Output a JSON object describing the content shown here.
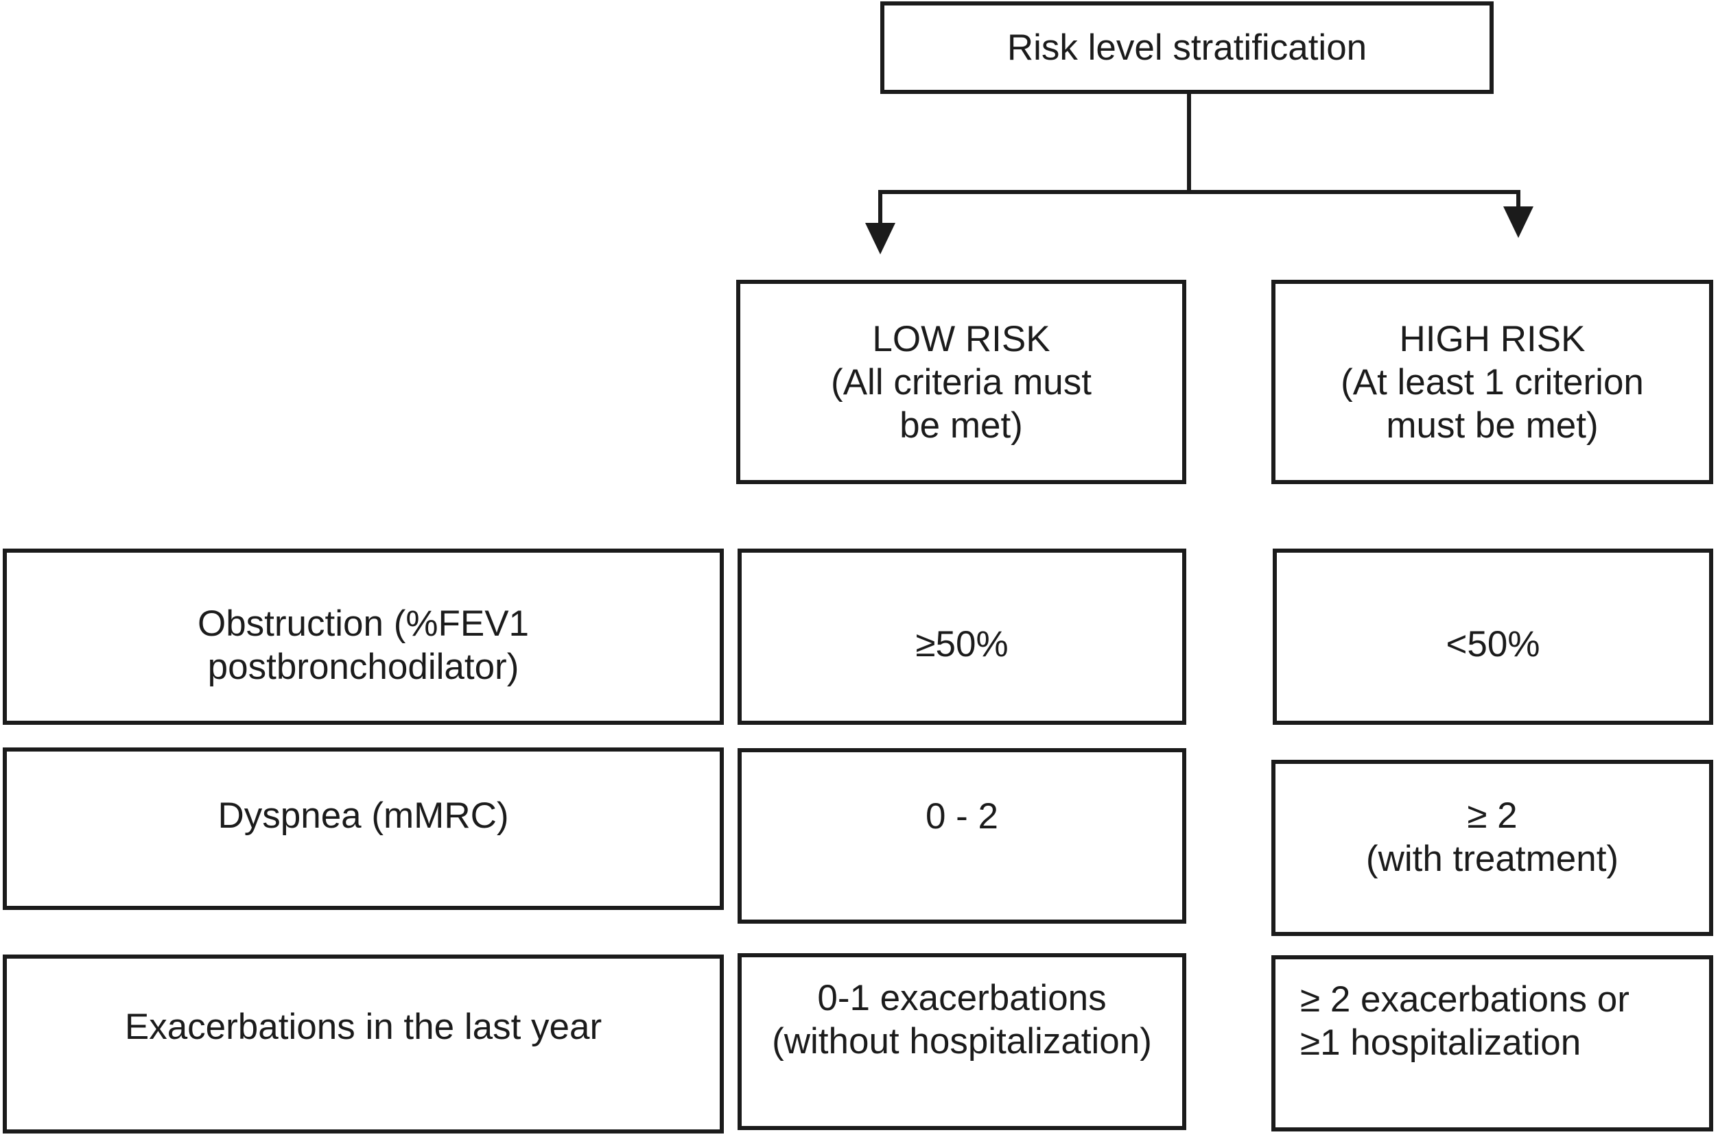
{
  "figure": {
    "background": "#ffffff",
    "ink": "#1b1b1b",
    "root_box": {
      "label": "Risk level stratification"
    },
    "low_branch": {
      "lines": [
        "LOW RISK",
        "(All criteria must",
        "be met)"
      ]
    },
    "high_branch": {
      "lines": [
        "HIGH RISK",
        "(At least 1 criterion",
        "must be met)"
      ]
    },
    "rows": [
      {
        "criterion": {
          "lines": [
            "Obstruction (%FEV1",
            "postbronchodilator)"
          ]
        },
        "low": {
          "lines": [
            "≥50%"
          ]
        },
        "high": {
          "lines": [
            "<50%"
          ]
        }
      },
      {
        "criterion": {
          "lines": [
            "Dyspnea (mMRC)"
          ]
        },
        "low": {
          "lines": [
            "0 - 2"
          ]
        },
        "high": {
          "lines": [
            "≥ 2",
            "(with treatment)"
          ]
        }
      },
      {
        "criterion": {
          "lines": [
            "Exacerbations in the last year"
          ]
        },
        "low": {
          "lines": [
            "0-1 exacerbations",
            "(without hospitalization)"
          ]
        },
        "high": {
          "lines": [
            "≥ 2 exacerbations or",
            "≥1 hospitalization"
          ]
        }
      }
    ]
  }
}
